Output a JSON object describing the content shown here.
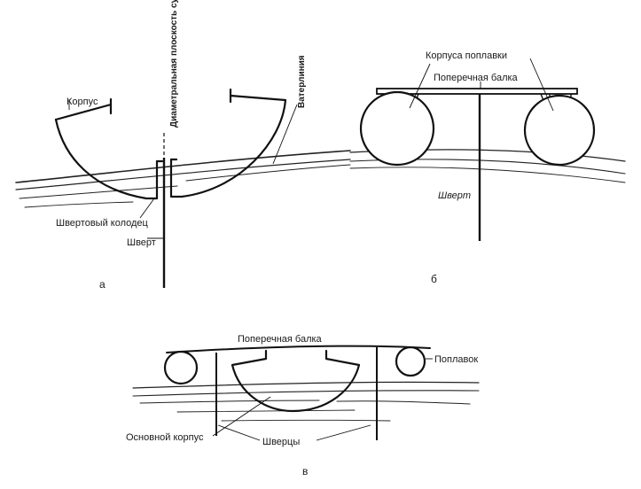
{
  "panels": {
    "a": {
      "tag": "а",
      "labels": {
        "hull": "Корпус",
        "centerplane": "Диаметральная плоскость судна",
        "waterline": "Ватерлиния",
        "well": "Швертовый колодец",
        "centerboard": "Шверт"
      }
    },
    "b": {
      "tag": "б",
      "labels": {
        "float_hulls": "Корпуса поплавки",
        "crossbeam": "Поперечная балка",
        "centerboard": "Шверт"
      }
    },
    "c": {
      "tag": "в",
      "labels": {
        "crossbeam": "Поперечная балка",
        "float": "Поплавок",
        "main_hull": "Основной корпус",
        "centerboards": "Шверцы"
      }
    }
  }
}
